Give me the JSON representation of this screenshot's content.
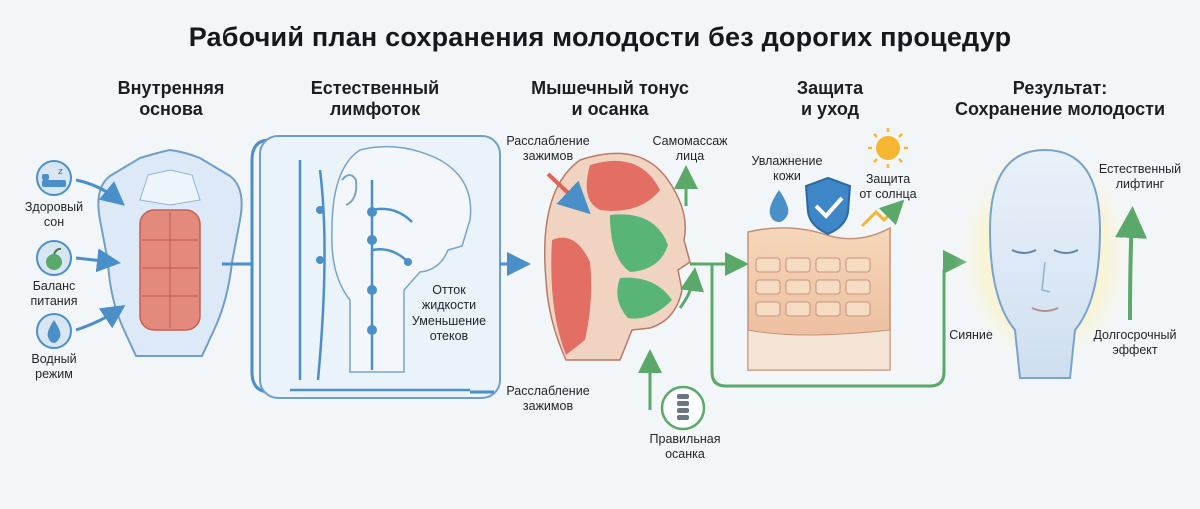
{
  "title": "Рабочий план сохранения молодости без дорогих процедур",
  "stages": [
    {
      "heading_line1": "Внутренняя",
      "heading_line2": "основа",
      "labels": {
        "sleep_1": "Здоровый",
        "sleep_2": "сон",
        "nutrition_1": "Баланс",
        "nutrition_2": "питания",
        "water_1": "Водный",
        "water_2": "режим"
      }
    },
    {
      "heading_line1": "Естественный",
      "heading_line2": "лимфоток",
      "labels": {
        "outflow_1": "Отток",
        "outflow_2": "жидкости",
        "edema_1": "Уменьшение",
        "edema_2": "отеков"
      }
    },
    {
      "heading_line1": "Мышечный тонус",
      "heading_line2": "и осанка",
      "labels": {
        "release_top_1": "Расслабление",
        "release_top_2": "зажимов",
        "massage_1": "Самомассаж",
        "massage_2": "лица",
        "release_bottom_1": "Расслабление",
        "release_bottom_2": "зажимов",
        "posture_1": "Правильная",
        "posture_2": "осанка"
      }
    },
    {
      "heading_line1": "Защита",
      "heading_line2": "и уход",
      "labels": {
        "moist_1": "Увлажнение",
        "moist_2": "кожи",
        "sun_1": "Защита",
        "sun_2": "от солнца"
      }
    },
    {
      "heading_line1": "Результат:",
      "heading_line2": "Сохранение молодости",
      "labels": {
        "lift_1": "Естественный",
        "lift_2": "лифтинг",
        "glow": "Сияние",
        "long_1": "Долгосрочный",
        "long_2": "эффект"
      }
    }
  ],
  "colors": {
    "flow_blue": "#4a8fc8",
    "flow_green": "#5aa86a",
    "muscle_red": "#e0635a",
    "muscle_green": "#4fb371",
    "skin": "#f2c9a8"
  },
  "icons": [
    "bed-icon",
    "apple-icon",
    "water-drop-icon",
    "shield-check-icon",
    "sun-icon",
    "spine-icon"
  ]
}
